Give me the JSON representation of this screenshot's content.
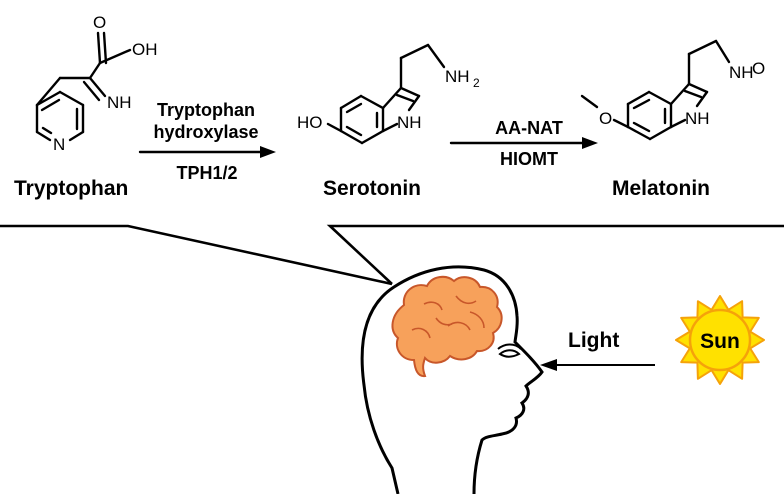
{
  "molecules": {
    "tryptophan": {
      "name": "Tryptophan",
      "atoms": {
        "carbonyl_o": "O",
        "hydroxyl": "OH",
        "imine": "NH",
        "ring_n": "N"
      }
    },
    "serotonin": {
      "name": "Serotonin",
      "atoms": {
        "amine": "NH",
        "amine_sub": "2",
        "hydroxyl": "HO",
        "indole_nh": "NH"
      }
    },
    "melatonin": {
      "name": "Melatonin",
      "atoms": {
        "amide_n": "NH",
        "amide_o": "O",
        "methoxy_o": "O",
        "indole_nh": "NH"
      }
    }
  },
  "reactions": {
    "step1": {
      "enzyme_line1": "Tryptophan",
      "enzyme_line2": "hydroxylase",
      "enzyme_below": "TPH1/2"
    },
    "step2": {
      "enzyme_above": "AA-NAT",
      "enzyme_below": "HIOMT"
    }
  },
  "illustration": {
    "light_label": "Light",
    "sun_label": "Sun",
    "colors": {
      "brain_fill": "#F7A15B",
      "brain_outline": "#C8572A",
      "sun_fill": "#FFE100",
      "sun_outline": "#F5A20A"
    }
  }
}
